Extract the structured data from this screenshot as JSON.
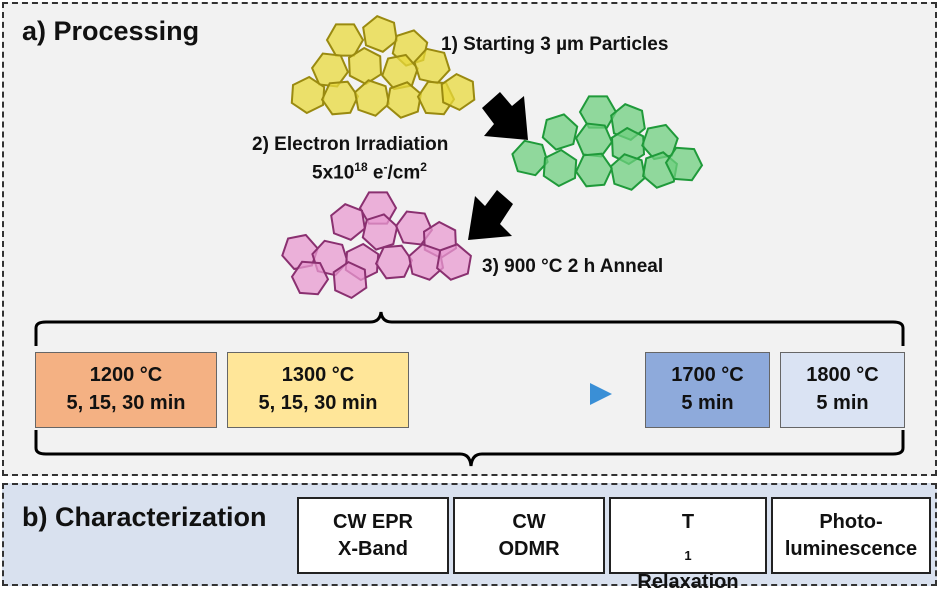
{
  "panel_a": {
    "title": "a) Processing",
    "step1": "1) Starting 3 µm Particles",
    "step2_line1": "2) Electron Irradiation",
    "step2_line2_base": "5x10",
    "step2_line2_exp": "18",
    "step2_line2_unit": " e",
    "step2_line2_sup_minus": "-",
    "step2_line2_unit2": "/cm",
    "step2_line2_exp2": "2",
    "step3": "3) 900 °C 2 h Anneal",
    "anneal_boxes": [
      {
        "temp": "1200 °C",
        "times": "5, 15, 30 min",
        "color": "#f4b183"
      },
      {
        "temp": "1300 °C",
        "times": "5, 15, 30 min",
        "color": "#ffe699"
      },
      {
        "temp": "1700 °C",
        "times": "5 min",
        "color": "#8eaadb"
      },
      {
        "temp": "1800 °C",
        "times": "5 min",
        "color": "#dae3f3"
      }
    ],
    "particle_colors": {
      "yellow": "#e8d93c",
      "green": "#6fcf7f",
      "pink": "#e89ad0"
    }
  },
  "panel_b": {
    "title": "b) Characterization",
    "methods": [
      {
        "line1": "CW EPR",
        "line2": "X-Band"
      },
      {
        "line1": "CW",
        "line2": "ODMR"
      },
      {
        "line1_base": "T",
        "line1_sub": "1",
        "line2": "Relaxation"
      },
      {
        "line1": "Photo-",
        "line2": "luminescence"
      }
    ]
  }
}
